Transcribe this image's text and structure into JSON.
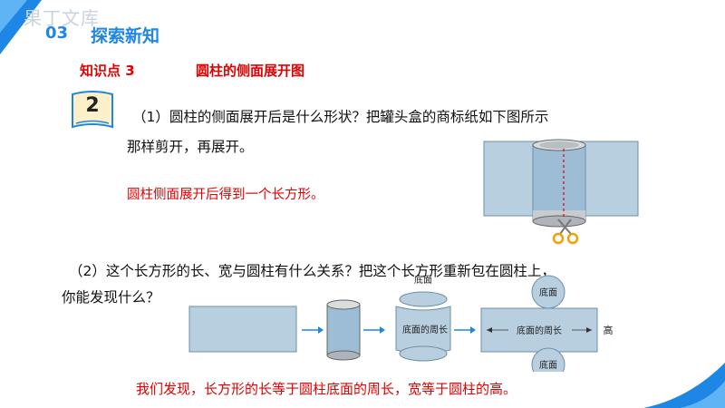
{
  "watermark": "果丁文库",
  "section": {
    "number": "03",
    "title": "探索新知"
  },
  "knowledge_point": {
    "label": "知识点 3",
    "title": "圆柱的侧面展开图"
  },
  "badge": {
    "number": "2"
  },
  "question1": {
    "line1": "（1）圆柱的侧面展开后是什么形状？把罐头盒的商标纸如下图所示",
    "line2": "那样剪开，再展开。",
    "answer": "圆柱侧面展开后得到一个长方形。"
  },
  "question2": {
    "line1": "（2）这个长方形的长、宽与圆柱有什么关系？把这个长方形重新包在圆柱上，",
    "line2": "你能发现什么？",
    "answer": "我们发现，长方形的长等于圆柱底面的周长，宽等于圆柱的高。"
  },
  "diagram": {
    "base_top": "底面",
    "lateral_label": "底面的周长",
    "base_label_1": "底面",
    "circumference_label": "底面的周长",
    "height_label": "高",
    "base_label_2": "底面"
  },
  "colors": {
    "accent_blue": "#1e87e5",
    "answer_red": "#e30000",
    "rect_fill": "#b8cfe0"
  }
}
